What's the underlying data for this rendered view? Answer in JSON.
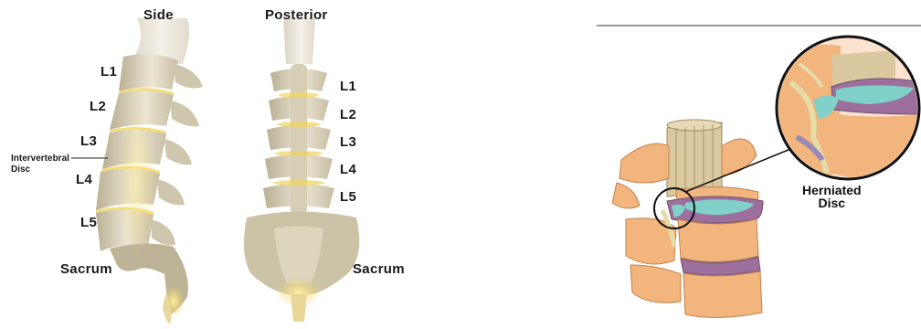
{
  "left_figure": {
    "side_view": {
      "title": "Side",
      "vertebrae": [
        "L1",
        "L2",
        "L3",
        "L4",
        "L5"
      ],
      "disc_label_line1": "Intervertebral",
      "disc_label_line2": "Disc",
      "sacrum_label": "Sacrum"
    },
    "posterior_view": {
      "title": "Posterior",
      "vertebrae": [
        "L1",
        "L2",
        "L3",
        "L4",
        "L5"
      ],
      "sacrum_label": "Sacrum"
    }
  },
  "right_figure": {
    "callout_line1": "Herniated",
    "callout_line2": "Disc"
  },
  "colors": {
    "bone": "#e8e2cf",
    "bone_shadow": "#b9b094",
    "glow": "#f2d35a",
    "disc": "#9c6f9c",
    "disc_core": "#7fd1c9",
    "vertebra_orange": "#f2b57d",
    "spinal_cord": "#d9c8a0"
  }
}
